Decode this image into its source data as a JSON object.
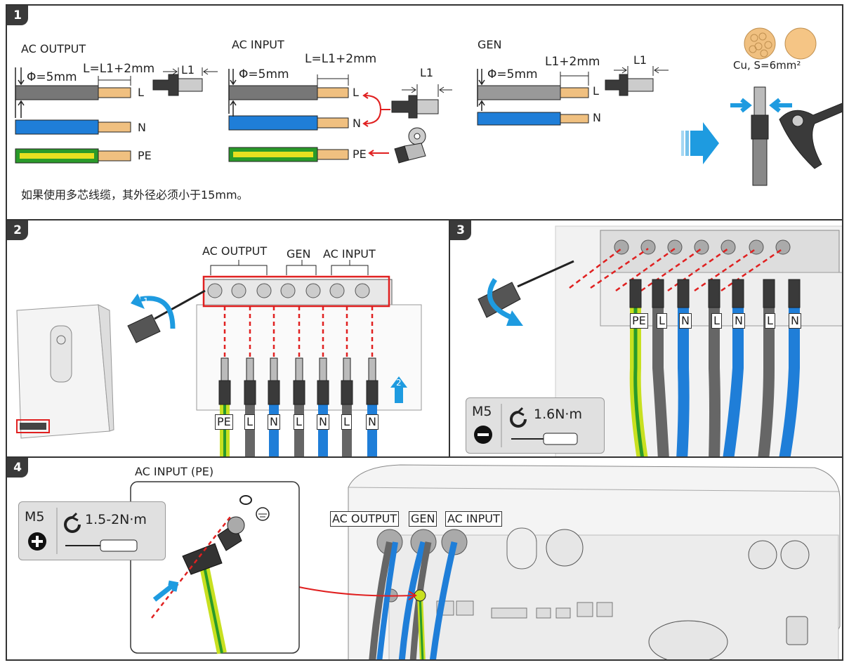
{
  "panels": {
    "p1": "1",
    "p2": "2",
    "p3": "3",
    "p4": "4"
  },
  "step1": {
    "sections": {
      "ac_output": "AC OUTPUT",
      "ac_input": "AC INPUT",
      "gen": "GEN"
    },
    "phi": "Φ=5mm",
    "strip_len": "L=L1+2mm",
    "strip_len_gen": "L1+2mm",
    "l1": "L1",
    "conductors": {
      "l": "L",
      "n": "N",
      "pe": "PE"
    },
    "cable_spec": "Cu, S=6mm²",
    "note": "如果使用多芯线缆，其外径必须小于15mm。"
  },
  "step2": {
    "groups": {
      "ac_output": "AC OUTPUT",
      "gen": "GEN",
      "ac_input": "AC INPUT"
    },
    "terminal_labels": [
      "PE",
      "L",
      "N",
      "L",
      "N",
      "L",
      "N"
    ],
    "arrow_steps": [
      "1",
      "2"
    ]
  },
  "step3": {
    "terminal_labels": [
      "PE",
      "L",
      "N",
      "L",
      "N",
      "L",
      "N"
    ],
    "screw": "M5",
    "torque": "1.6N·m"
  },
  "step4": {
    "inset_title": "AC INPUT (PE)",
    "screw": "M5",
    "torque": "1.5-2N·m",
    "port_labels": {
      "ac_output": "AC OUTPUT",
      "gen": "GEN",
      "ac_input": "AC INPUT"
    }
  },
  "colors": {
    "blue_arrow": "#1e9be0",
    "red": "#e02020",
    "brown_wire": "#f0c080",
    "cable_blue": "#1f7ed8",
    "pe_green": "#c8e020"
  }
}
